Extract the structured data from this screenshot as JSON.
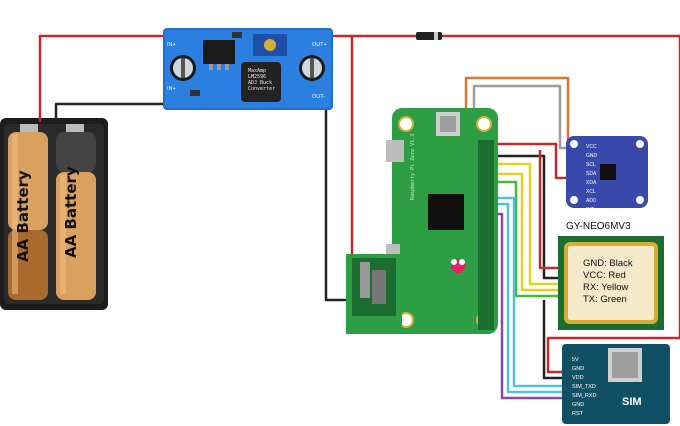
{
  "battery": {
    "label_1": "AA Battery",
    "label_2": "AA Battery"
  },
  "buck": {
    "pin_in_plus_top": "IN+",
    "pin_in_plus_bottom": "IN+",
    "pin_out_plus": "OUT+",
    "pin_out_minus": "OUT-",
    "chip_text": "MaxAmp\nLM2596\nADJ Buck\nConverter"
  },
  "pi": {
    "board_text": "Raspberry Pi Zero V1.3"
  },
  "gps_module": {
    "title": "GY-NEO6MV3",
    "pins": [
      "VCC",
      "GND",
      "SCL",
      "SDA",
      "XDA",
      "XCL",
      "AD0",
      "INT"
    ],
    "legend": [
      "GND: Black",
      "VCC: Red",
      "RX: Yellow",
      "TX: Green"
    ]
  },
  "sim_module": {
    "label": "SIM",
    "pins": [
      "5V",
      "GND",
      "VDD",
      "SIM_TXD",
      "SIM_RXD",
      "GND",
      "RST"
    ]
  },
  "colors": {
    "red_wire": "#c62828",
    "black_wire": "#222222",
    "orange_wire": "#d9772b",
    "grey_wire": "#9e9e9e",
    "yellow_wire": "#e4d21e",
    "green_wire": "#45b93a",
    "cyan_wire": "#4fc3d4",
    "purple_wire": "#8e44ad",
    "pi_green": "#2e9e45",
    "buck_blue": "#1565c0",
    "gps_board": "#3f51b5",
    "sim_board": "#0e4f63"
  }
}
